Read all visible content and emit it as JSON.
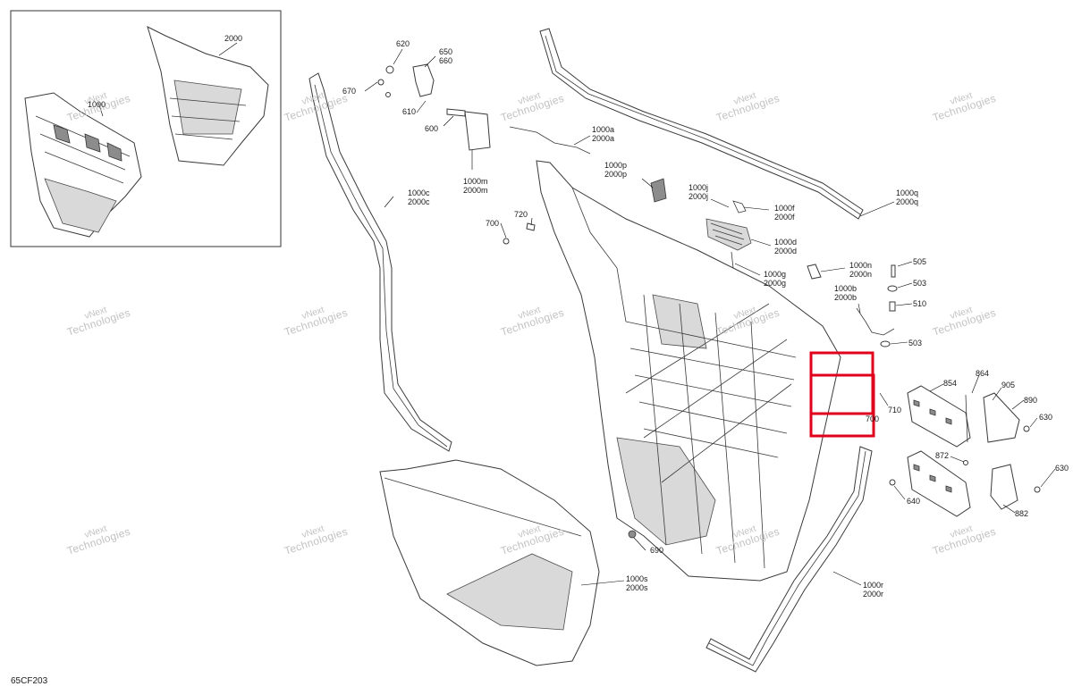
{
  "diagram": {
    "drawing_code": "65CF203",
    "watermark": {
      "line1": "vNext",
      "line2": "Technologies"
    },
    "highlight_color": "#e0001b",
    "callouts": {
      "c1000": "1000",
      "c2000": "2000",
      "c620": "620",
      "c650": "650\n660",
      "c670": "670",
      "c610": "610",
      "c600": "600",
      "c1000m": "1000m\n2000m",
      "c1000a": "1000a\n2000a",
      "c1000p": "1000p\n2000p",
      "c1000c": "1000c\n2000c",
      "c700a": "700",
      "c720": "720",
      "c1000j": "1000j\n2000j",
      "c1000f": "1000f\n2000f",
      "c1000d": "1000d\n2000d",
      "c1000g": "1000g\n2000g",
      "c1000n": "1000n\n2000n",
      "c1000b": "1000b\n2000b",
      "c1000q": "1000q\n2000q",
      "c505": "505",
      "c503a": "503",
      "c510": "510",
      "c503b": "503",
      "c710": "710",
      "c700b": "700",
      "c854": "854",
      "c864": "864",
      "c905": "905",
      "c890": "890",
      "c630a": "630",
      "c872": "872",
      "c630b": "630",
      "c640": "640",
      "c882": "882",
      "c690": "690",
      "c1000s": "1000s\n2000s",
      "c1000r": "1000r\n2000r"
    }
  }
}
